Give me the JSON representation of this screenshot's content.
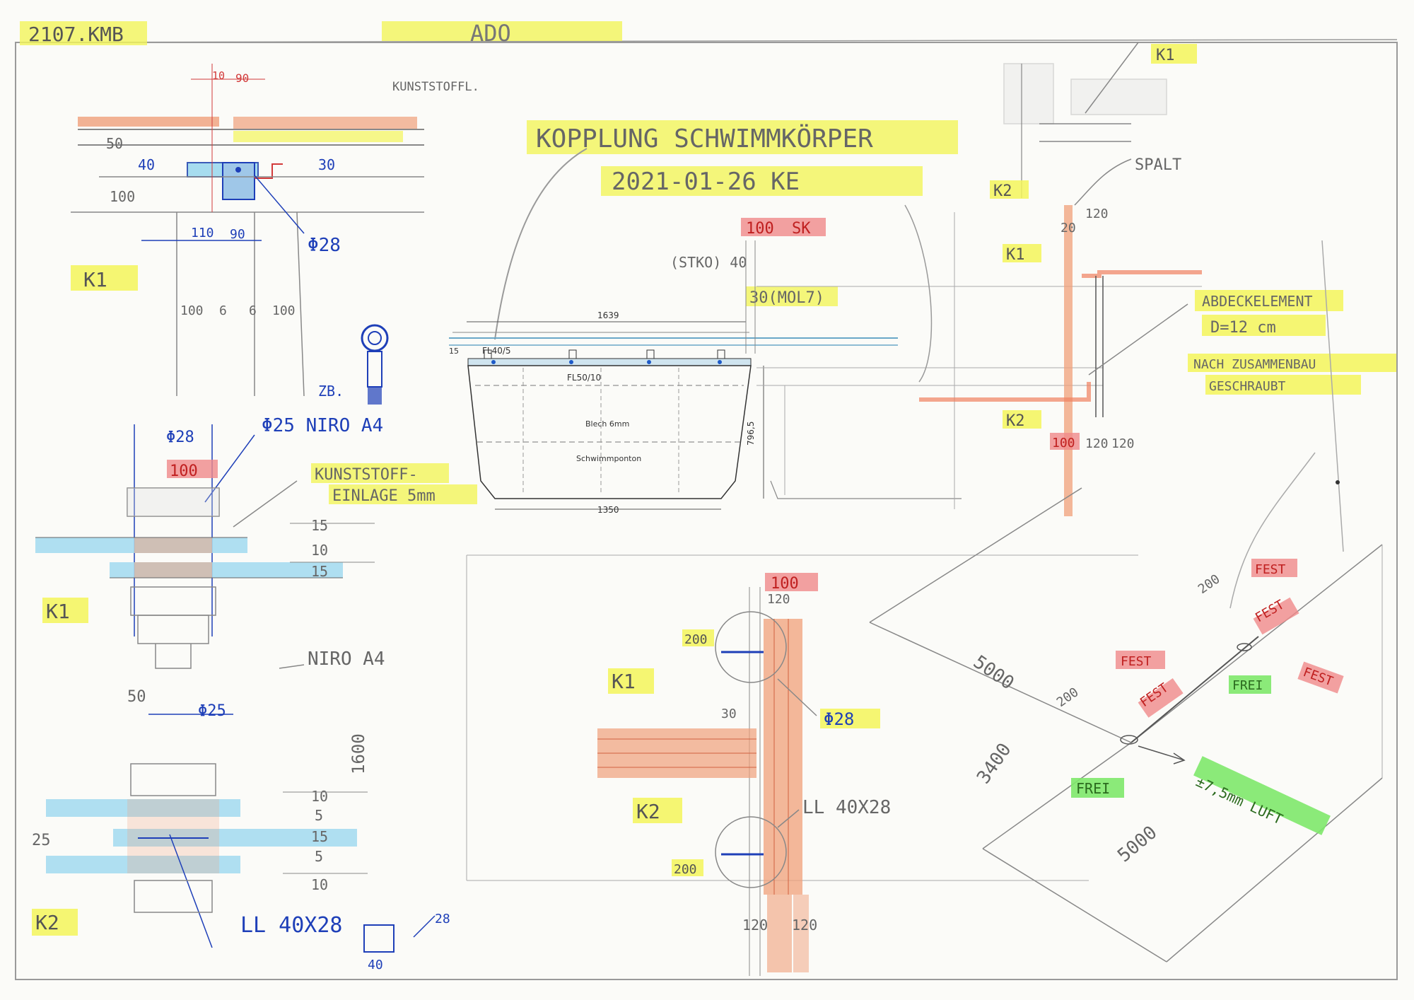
{
  "header": {
    "drawing_number": "2107.KMB",
    "title_code": "ADO",
    "main_title": "KOPPLUNG SCHWIMMKÖRPER",
    "date_line": "2021-01-26 KE"
  },
  "colors": {
    "paper": "#fbfbf8",
    "pencil": "#8a8a8a",
    "blue_ink": "#1e3fb8",
    "red_ink": "#d23a3a",
    "yellow_highlight": "#f3f55a",
    "red_highlight": "#f08a8a",
    "green_highlight": "#7ee86a",
    "orange_highlight": "#f0a07a",
    "cyan_highlight": "#a6dcef"
  },
  "top_left_detail": {
    "dims_red": [
      "10",
      "90"
    ],
    "material_label": "KUNSTSTOFFL.",
    "dims": [
      "50",
      "40",
      "30",
      "100",
      "110",
      "90",
      "100",
      "6",
      "6",
      "100"
    ],
    "diameter_label": "Φ28",
    "section_tag": "K1"
  },
  "eyebolt": {
    "label": "ZB."
  },
  "bolt_detail_upper": {
    "diameter_top": "Φ28",
    "bolt_spec": "Φ25 NIRO A4",
    "red_dim": "100",
    "insert_label_1": "KUNSTSTOFF-",
    "insert_label_2": "EINLAGE 5mm",
    "dims": [
      "15",
      "10",
      "15"
    ],
    "material": "NIRO A4",
    "section_tag": "K1"
  },
  "bolt_detail_lower": {
    "dims_left": [
      "50",
      "Φ25",
      "25"
    ],
    "dims_right": [
      "10",
      "5",
      "15",
      "5",
      "10"
    ],
    "vertical_dim": "1600",
    "bracket_label": "LL 40X28",
    "plate_dims": [
      "40",
      "28"
    ],
    "section_tag": "K2"
  },
  "pontoon": {
    "top_length": "1639",
    "bottom_length": "1350",
    "height": "796,5",
    "left_dim": "15",
    "flat_top": "FL40/5",
    "flat_bottom": "FL50/10",
    "plate_label": "Blech 6mm",
    "body_label": "Schwimmponton",
    "red_dim": "100",
    "red_note": "SK",
    "dim_40": "(STKO) 40",
    "dim_30": "30(MOL7)"
  },
  "center_joint": {
    "red_dim": "100",
    "dim_120": "120",
    "dim_200_top": "200",
    "dim_30": "30",
    "dim_200_bottom": "200",
    "diameter": "Φ28",
    "bracket": "LL 40X28",
    "bottom_dims": [
      "120",
      "120"
    ],
    "tags": [
      "K1",
      "K2"
    ]
  },
  "top_right_detail": {
    "tags": [
      "K1",
      "K2"
    ],
    "gap_label": "SPALT"
  },
  "right_section": {
    "tags": [
      "K1",
      "K2"
    ],
    "dims_top": [
      "20",
      "120"
    ],
    "red_dim": "100",
    "dims_bottom": [
      "120",
      "120"
    ],
    "note_1": "ABDECKELEMENT",
    "note_2": "D=12 cm",
    "note_3": "NACH ZUSAMMENBAU",
    "note_4": "GESCHRAUBT"
  },
  "iso_detail": {
    "dims": [
      "5000",
      "200",
      "200",
      "3400",
      "5000"
    ],
    "fest": [
      "FEST",
      "FEST",
      "FEST",
      "FEST",
      "FEST"
    ],
    "frei": [
      "FREI",
      "FREI"
    ],
    "gap_note": "±7,5mm LUFT"
  }
}
